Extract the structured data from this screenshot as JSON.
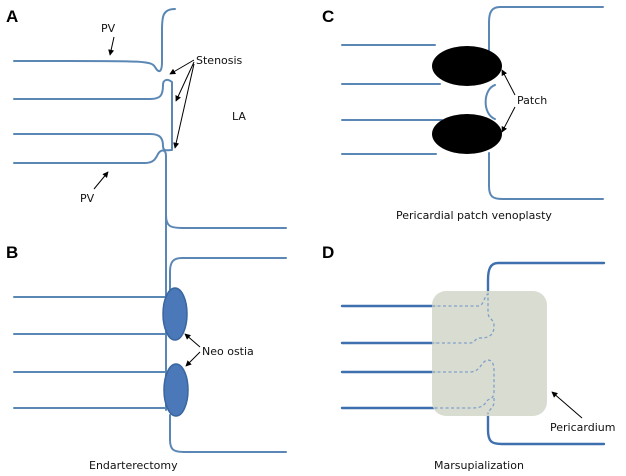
{
  "panels": {
    "a": {
      "letter": "A",
      "label_pv_top": "PV",
      "label_pv_bottom": "PV",
      "label_stenosis": "Stenosis",
      "label_la": "LA"
    },
    "b": {
      "letter": "B",
      "label_neo_ostia": "Neo ostia",
      "caption": "Endarterectomy"
    },
    "c": {
      "letter": "C",
      "label_patch": "Patch",
      "caption": "Pericardial patch venoplasty"
    },
    "d": {
      "letter": "D",
      "label_pericardium": "Pericardium",
      "caption": "Marsupialization"
    }
  },
  "colors": {
    "vessel": "#5b87b5",
    "ostia_fill": "#4a78b8",
    "patch": "#000000",
    "pericardium": "#d6d9cc"
  }
}
